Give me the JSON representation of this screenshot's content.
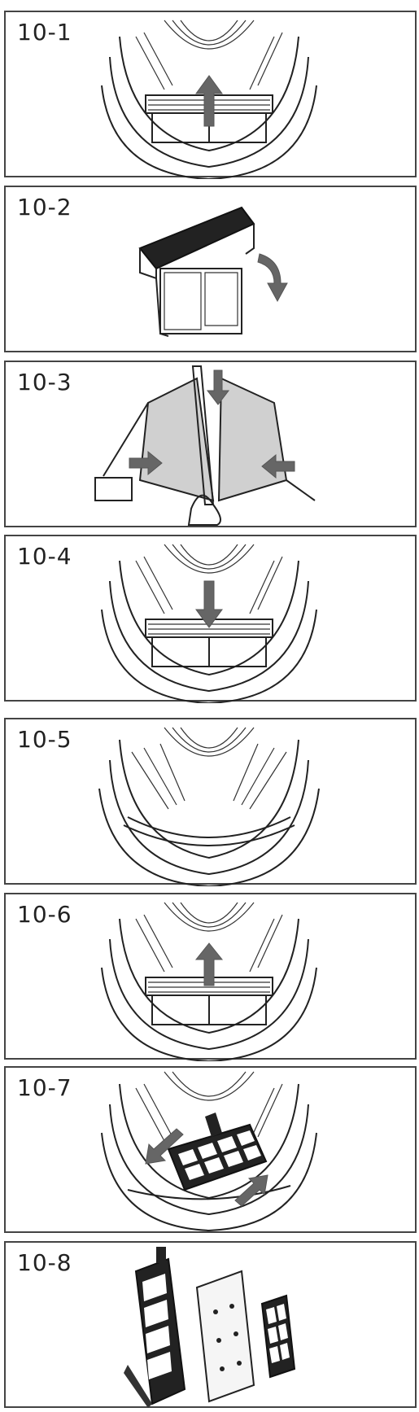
{
  "steps": [
    {
      "label": "10-1"
    },
    {
      "label": "10-2"
    },
    {
      "label": "10-3"
    },
    {
      "label": "10-4"
    },
    {
      "label": "10-5"
    },
    {
      "label": "10-6"
    },
    {
      "label": "10-7"
    },
    {
      "label": "10-8"
    }
  ],
  "colors": {
    "border": "#444444",
    "line": "#222222",
    "arrow": "#666666",
    "mesh": "#d0d0d0"
  }
}
